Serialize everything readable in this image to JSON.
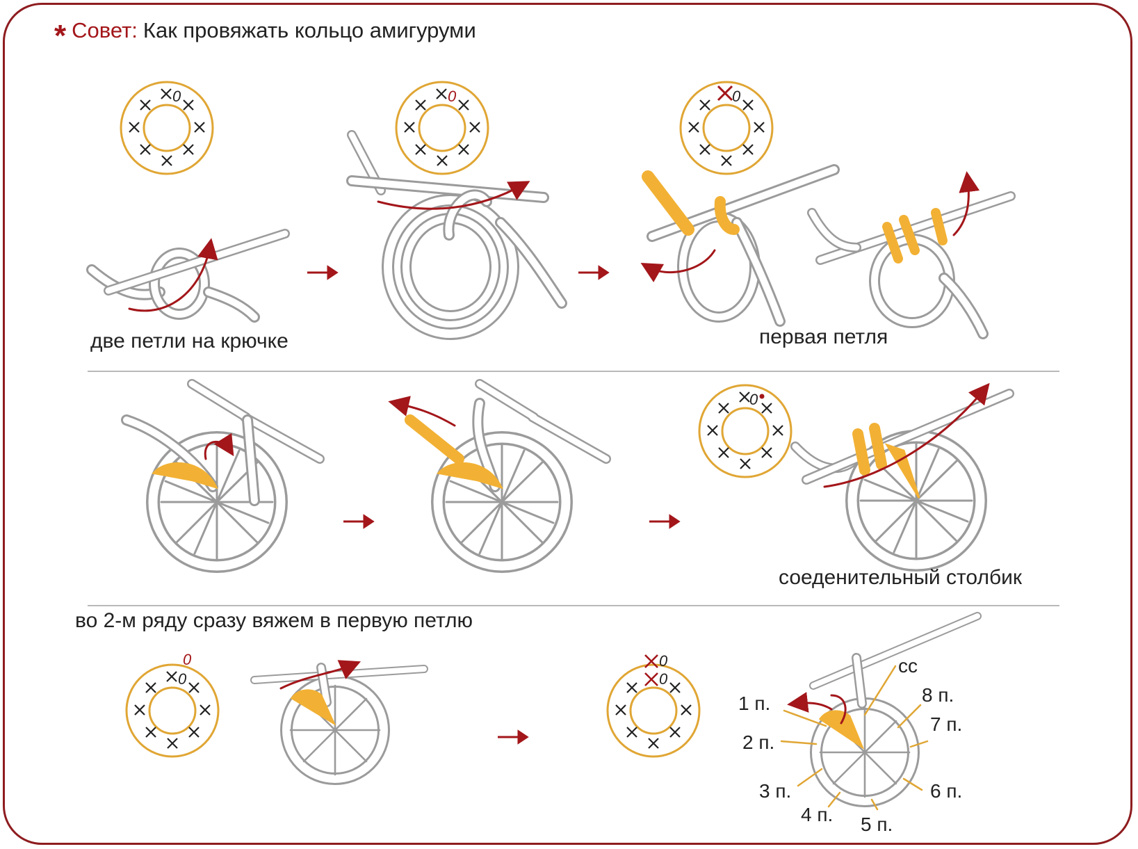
{
  "header": {
    "tip_label": "Совет:",
    "title": "Как провяжать кольцо амигуруми"
  },
  "captions": {
    "two_loops": "две петли на крючке",
    "first_loop": "первая петля",
    "slip_stitch": "соеденительный столбик",
    "row2_note": "во 2-м ряду сразу вяжем в первую петлю"
  },
  "diagram_marks": {
    "chain_zero": "0"
  },
  "stitch_labels": {
    "cc": "сс",
    "s1": "1 п.",
    "s2": "2 п.",
    "s3": "3 п.",
    "s4": "4 п.",
    "s5": "5 п.",
    "s6": "6 п.",
    "s7": "7 п.",
    "s8": "8 п."
  },
  "colors": {
    "frame": "#8e1c1f",
    "accent_red": "#a3161a",
    "yarn_gold": "#f2b134",
    "ring_gold": "#e0a634",
    "yarn_gray": "#9b9b9b",
    "divider": "#b9b9b9"
  }
}
